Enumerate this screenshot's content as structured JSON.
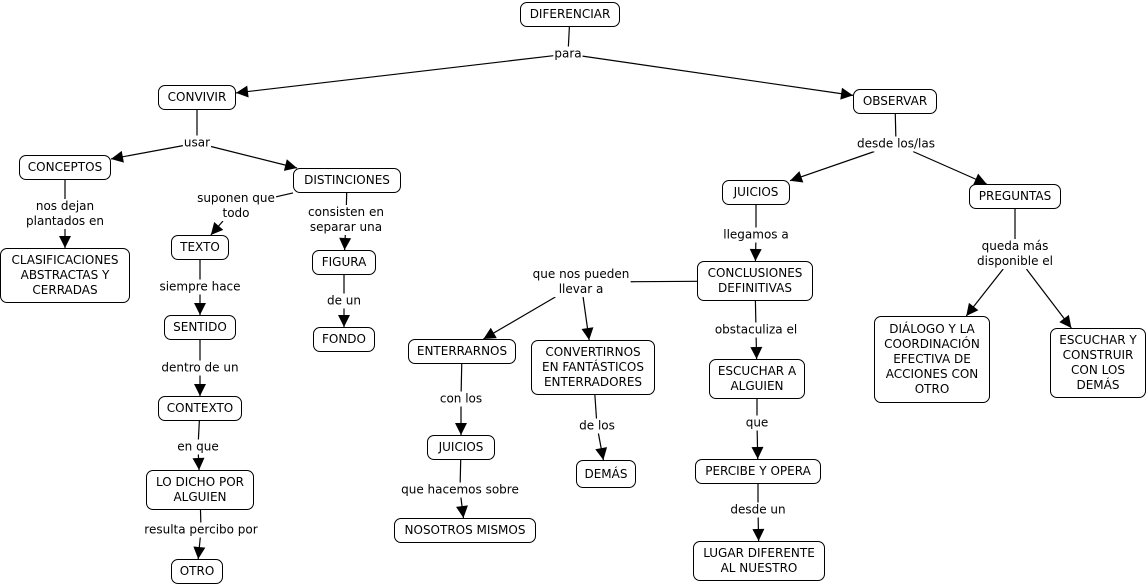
{
  "title": "DIFERENCIAR concept map",
  "nodes": [
    {
      "id": "diferenciar",
      "label": "DIFERENCIAR"
    },
    {
      "id": "convivir",
      "label": "CONVIVIR"
    },
    {
      "id": "observar",
      "label": "OBSERVAR"
    },
    {
      "id": "conceptos",
      "label": "CONCEPTOS"
    },
    {
      "id": "distinciones",
      "label": "DISTINCIONES"
    },
    {
      "id": "clasificaciones",
      "label": "CLASIFICACIONES\nABSTRACTAS Y\nCERRADAS"
    },
    {
      "id": "texto",
      "label": "TEXTO"
    },
    {
      "id": "figura",
      "label": "FIGURA"
    },
    {
      "id": "fondo",
      "label": "FONDO"
    },
    {
      "id": "sentido",
      "label": "SENTIDO"
    },
    {
      "id": "contexto",
      "label": "CONTEXTO"
    },
    {
      "id": "lo_dicho",
      "label": "LO DICHO POR\nALGUIEN"
    },
    {
      "id": "otro",
      "label": "OTRO"
    },
    {
      "id": "juicios_obs",
      "label": "JUICIOS"
    },
    {
      "id": "preguntas",
      "label": "PREGUNTAS"
    },
    {
      "id": "conclusiones",
      "label": "CONCLUSIONES\nDEFINITIVAS"
    },
    {
      "id": "enterrarnos",
      "label": "ENTERRARNOS"
    },
    {
      "id": "convertirnos",
      "label": "CONVERTIRNOS\nEN FANTÁSTICOS\nENTERRADORES"
    },
    {
      "id": "juicios_ent",
      "label": "JUICIOS"
    },
    {
      "id": "nosotros",
      "label": "NOSOTROS MISMOS"
    },
    {
      "id": "demas",
      "label": "DEMÁS"
    },
    {
      "id": "escuchar_alguien",
      "label": "ESCUCHAR A\nALGUIEN"
    },
    {
      "id": "percibe",
      "label": "PERCIBE Y OPERA"
    },
    {
      "id": "lugar",
      "label": "LUGAR DIFERENTE\nAL NUESTRO"
    },
    {
      "id": "dialogo",
      "label": "DIÁLOGO Y LA\nCOORDINACIÓN\nEFECTIVA DE\nACCIONES CON\nOTRO"
    },
    {
      "id": "escuchar_construir",
      "label": "ESCUCHAR Y\nCONSTRUIR\nCON LOS\nDEMÁS"
    }
  ],
  "links": [
    {
      "id": "para",
      "label": "para",
      "from": "diferenciar",
      "to": [
        "convivir",
        "observar"
      ]
    },
    {
      "id": "usar",
      "label": "usar",
      "from": "convivir",
      "to": [
        "conceptos",
        "distinciones"
      ]
    },
    {
      "id": "nos_dejan",
      "label": "nos dejan\nplantados en",
      "from": "conceptos",
      "to": [
        "clasificaciones"
      ]
    },
    {
      "id": "suponen",
      "label": "suponen que\ntodo",
      "from": "distinciones",
      "to": [
        "texto"
      ]
    },
    {
      "id": "consisten",
      "label": "consisten en\nseparar una",
      "from": "distinciones",
      "to": [
        "figura"
      ]
    },
    {
      "id": "de_un",
      "label": "de un",
      "from": "figura",
      "to": [
        "fondo"
      ]
    },
    {
      "id": "siempre_hace",
      "label": "siempre hace",
      "from": "texto",
      "to": [
        "sentido"
      ]
    },
    {
      "id": "dentro_de_un",
      "label": "dentro de un",
      "from": "sentido",
      "to": [
        "contexto"
      ]
    },
    {
      "id": "en_que",
      "label": "en que",
      "from": "contexto",
      "to": [
        "lo_dicho"
      ]
    },
    {
      "id": "resulta",
      "label": "resulta percibo por",
      "from": "lo_dicho",
      "to": [
        "otro"
      ]
    },
    {
      "id": "desde_los",
      "label": "desde los/las",
      "from": "observar",
      "to": [
        "juicios_obs",
        "preguntas"
      ]
    },
    {
      "id": "llegamos",
      "label": "llegamos a",
      "from": "juicios_obs",
      "to": [
        "conclusiones"
      ]
    },
    {
      "id": "que_nos_pueden",
      "label": "que nos pueden\nllevar a",
      "from": "conclusiones",
      "to": [
        "enterrarnos",
        "convertirnos"
      ]
    },
    {
      "id": "con_los",
      "label": "con los",
      "from": "enterrarnos",
      "to": [
        "juicios_ent"
      ]
    },
    {
      "id": "que_hacemos",
      "label": "que hacemos sobre",
      "from": "juicios_ent",
      "to": [
        "nosotros"
      ]
    },
    {
      "id": "de_los",
      "label": "de los",
      "from": "convertirnos",
      "to": [
        "demas"
      ]
    },
    {
      "id": "obstaculiza",
      "label": "obstaculiza el",
      "from": "conclusiones",
      "to": [
        "escuchar_alguien"
      ]
    },
    {
      "id": "que",
      "label": "que",
      "from": "escuchar_alguien",
      "to": [
        "percibe"
      ]
    },
    {
      "id": "desde_un",
      "label": "desde un",
      "from": "percibe",
      "to": [
        "lugar"
      ]
    },
    {
      "id": "queda_mas",
      "label": "queda más\ndisponible el",
      "from": "preguntas",
      "to": [
        "dialogo",
        "escuchar_construir"
      ]
    }
  ]
}
